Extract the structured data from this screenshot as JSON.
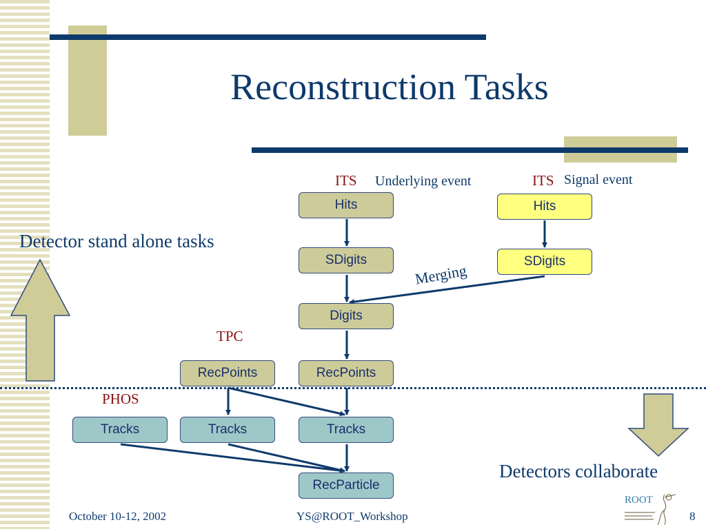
{
  "slide": {
    "title": "Reconstruction Tasks",
    "footer": {
      "date": "October 10-12, 2002",
      "event": "YS@ROOT_Workshop",
      "page": "8"
    },
    "logo_text": "ROOT"
  },
  "labels": {
    "its_left": "ITS",
    "underlying_event": "Underlying event",
    "its_right": "ITS",
    "signal_event": "Signal event",
    "merging": "Merging",
    "tpc": "TPC",
    "phos": "PHOS",
    "standalone": "Detector stand alone tasks",
    "collaborate": "Detectors collaborate"
  },
  "nodes": {
    "hits_underlying": "Hits",
    "sdigits_underlying": "SDigits",
    "hits_signal": "Hits",
    "sdigits_signal": "SDigits",
    "digits": "Digits",
    "recpoints_tpc": "RecPoints",
    "recpoints_its": "RecPoints",
    "tracks_phos": "Tracks",
    "tracks_tpc": "Tracks",
    "tracks_its": "Tracks",
    "recparticle": "RecParticle"
  },
  "colors": {
    "title": "#0e3a6b",
    "labels_red": "#8a0f0f",
    "node_olive": "#cdcb9a",
    "node_yellow": "#ffff80",
    "node_teal": "#9ec8c8",
    "arrow_block": "#cfcc98"
  }
}
